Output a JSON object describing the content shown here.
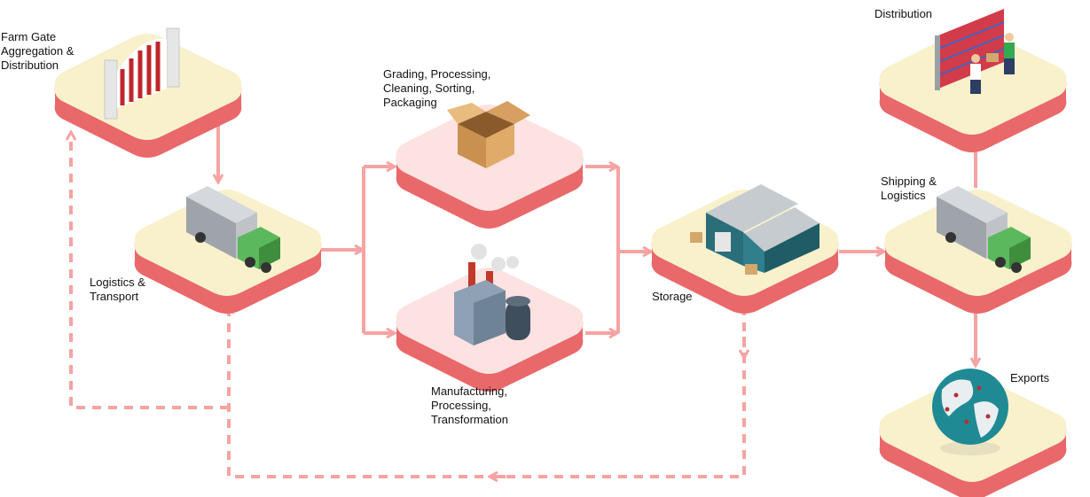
{
  "nodes": {
    "farm_gate": {
      "label": "Farm Gate\nAggregation &\nDistribution",
      "icon": "gate-icon"
    },
    "logistics_transport": {
      "label": "Logistics &\nTransport",
      "icon": "truck-icon"
    },
    "grading": {
      "label": "Grading, Processing,\nCleaning, Sorting,\nPackaging",
      "icon": "open-box-icon"
    },
    "manufacturing": {
      "label": "Manufacturing,\nProcessing,\nTransformation",
      "icon": "factory-icon"
    },
    "storage": {
      "label": "Storage",
      "icon": "warehouse-icon"
    },
    "shipping": {
      "label": "Shipping &\nLogistics",
      "icon": "truck-icon"
    },
    "distribution": {
      "label": "Distribution",
      "icon": "workers-shelves-icon"
    },
    "exports": {
      "label": "Exports",
      "icon": "globe-icon"
    }
  },
  "colors": {
    "tile_top": "#f8f1cc",
    "tile_top_pink": "#fde2e2",
    "tile_side": "#e9686a",
    "arrow": "#f6a3a3"
  }
}
